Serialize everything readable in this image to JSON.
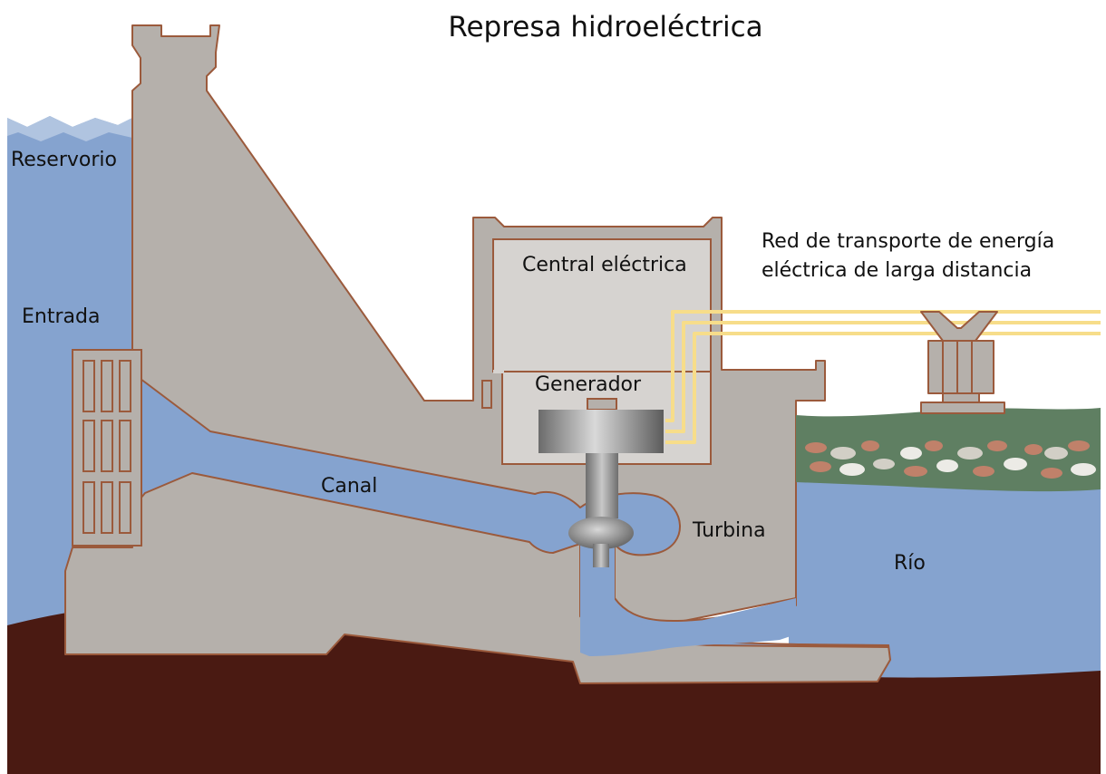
{
  "title": "Represa hidroeléctrica",
  "labels": {
    "reservoir": "Reservorio",
    "intake": "Entrada",
    "powerhouse": "Central eléctrica",
    "generator": "Generador",
    "penstock": "Canal",
    "turbine": "Turbina",
    "river": "Río",
    "transmission_line1": "Red de transporte de energía",
    "transmission_line2": "eléctrica de larga distancia"
  },
  "colors": {
    "water": "#85a3cf",
    "water_surface": "#b0c4e0",
    "concrete": "#b5b0ab",
    "outline": "#9b5a3c",
    "ground": "#4a1a12",
    "powerhouse_interior": "#d6d3d0",
    "power_line": "#f7dd8a",
    "grass": "#5f7f62"
  }
}
